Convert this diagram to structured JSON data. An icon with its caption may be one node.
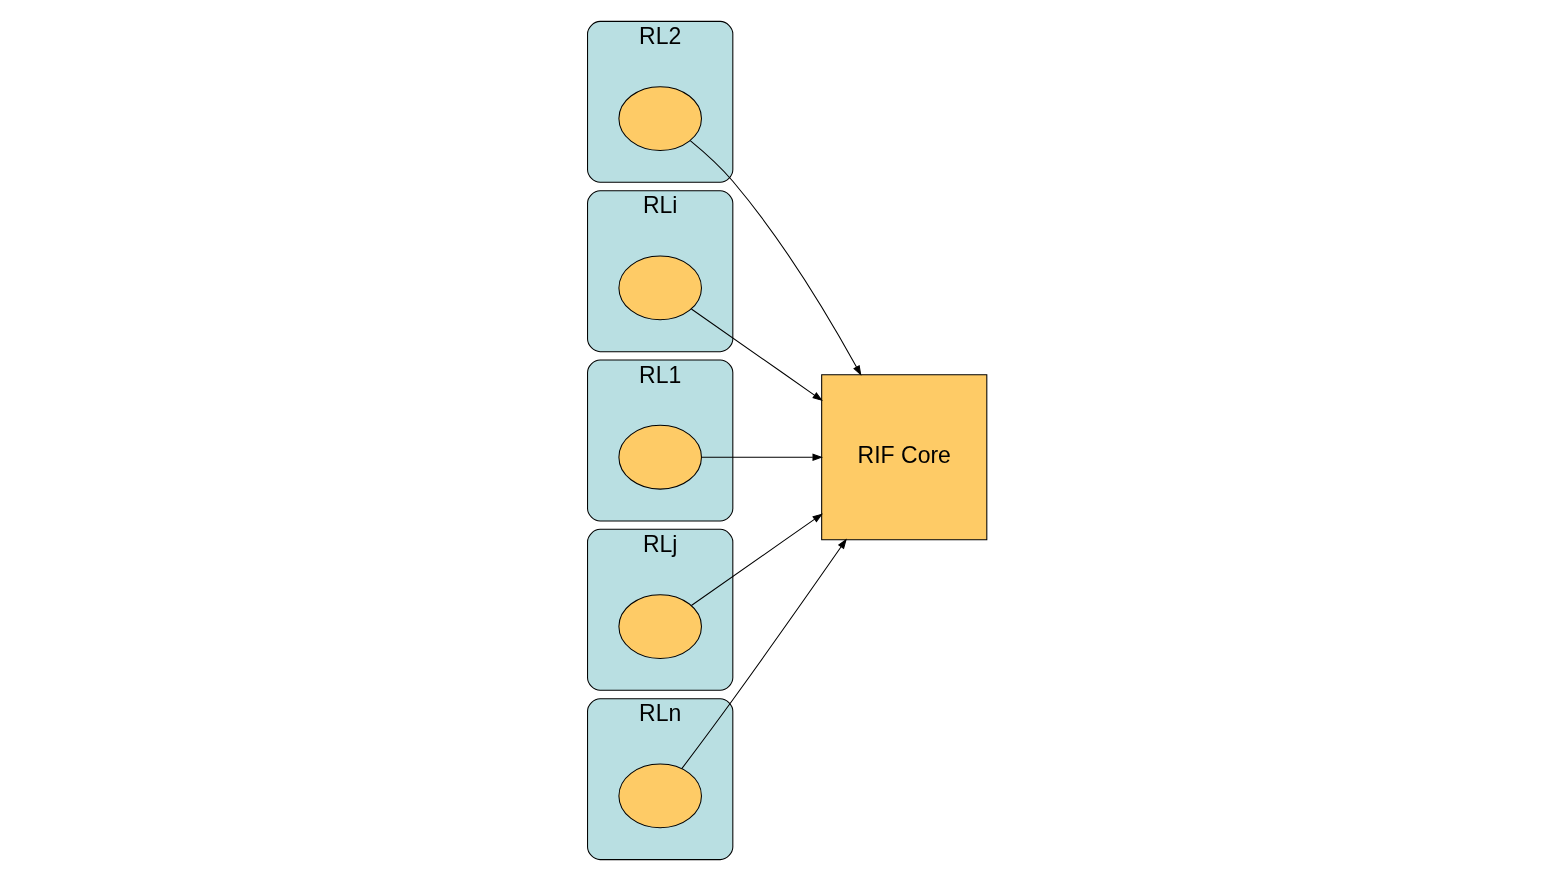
{
  "diagram": {
    "nodes": [
      {
        "text": [
          "RL2"
        ]
      },
      {
        "text": [],
        "shape": "circle",
        "in": 0
      },
      {
        "text": [
          "RLi"
        ]
      },
      {
        "text": [],
        "shape": "circle",
        "in": 2
      },
      {
        "text": [
          "RL1"
        ]
      },
      {
        "text": [],
        "shape": "circle",
        "in": 4
      },
      {
        "text": [
          "RIF Core"
        ]
      },
      {
        "text": [
          "RLj"
        ]
      },
      {
        "text": [],
        "shape": "circle",
        "in": 7
      },
      {
        "text": [
          "RLn"
        ]
      },
      {
        "text": [],
        "shape": "circle",
        "in": 9
      }
    ],
    "edges": [
      {
        "from": 1,
        "to": 6,
        "arrow": "to"
      },
      {
        "from": 5,
        "to": 6,
        "arrow": "to"
      },
      {
        "from": 3,
        "to": 6,
        "arrow": "to"
      },
      {
        "from": 8,
        "to": 6,
        "arrow": "to"
      },
      {
        "from": 10,
        "to": 6,
        "arrow": "to"
      }
    ]
  }
}
